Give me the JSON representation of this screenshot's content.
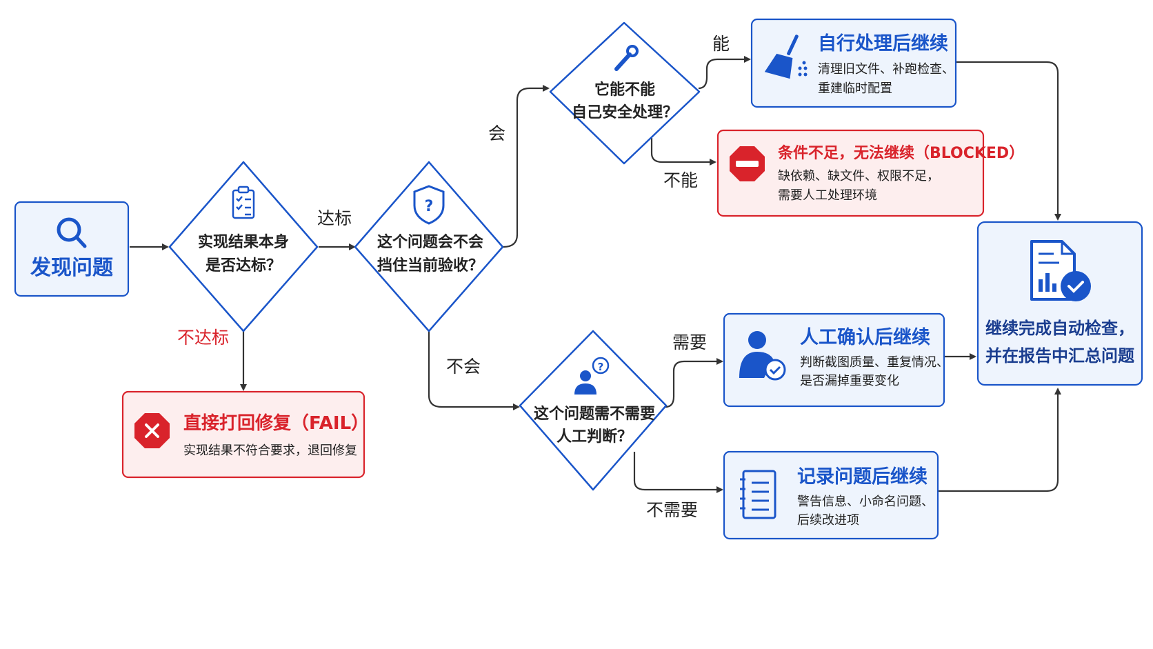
{
  "start": {
    "title": "发现问题",
    "icon": "search-icon"
  },
  "d1": {
    "line1": "实现结果本身",
    "line2": "是否达标？",
    "icon": "clipboard-checklist-icon"
  },
  "d2": {
    "line1": "这个问题会不会",
    "line2": "挡住当前验收？",
    "icon": "shield-question-icon"
  },
  "d3": {
    "line1": "它能不能",
    "line2": "自己安全处理？",
    "icon": "wrench-icon"
  },
  "d4": {
    "line1": "这个问题需不需要",
    "line2": "人工判断？",
    "icon": "person-question-icon"
  },
  "labels": {
    "pass": "达标",
    "fail": "不达标",
    "will": "会",
    "wont": "不会",
    "can": "能",
    "cannot": "不能",
    "need": "需要",
    "noneed": "不需要"
  },
  "fail_box": {
    "title": "直接打回修复（FAIL）",
    "desc": "实现结果不符合要求，退回修复",
    "icon": "x-octagon-icon"
  },
  "self_box": {
    "title": "自行处理后继续",
    "desc1": "清理旧文件、补跑检查、",
    "desc2": "重建临时配置",
    "icon": "broom-icon"
  },
  "blocked_box": {
    "title": "条件不足，无法继续（BLOCKED）",
    "desc1": "缺依赖、缺文件、权限不足，",
    "desc2": "需要人工处理环境",
    "icon": "stop-sign-icon"
  },
  "human_box": {
    "title": "人工确认后继续",
    "desc1": "判断截图质量、重复情况、",
    "desc2": "是否漏掉重要变化",
    "icon": "person-check-icon"
  },
  "record_box": {
    "title": "记录问题后继续",
    "desc1": "警告信息、小命名问题、",
    "desc2": "后续改进项",
    "icon": "list-document-icon"
  },
  "end_box": {
    "line1": "继续完成自动检查，",
    "line2": "并在报告中汇总问题",
    "icon": "report-check-icon"
  },
  "colors": {
    "blue": "#1a55c9",
    "blue_fill": "#eef4fd",
    "red": "#d9232b",
    "red_fill": "#fdeeee",
    "arrow": "#333333",
    "text": "#222222"
  }
}
